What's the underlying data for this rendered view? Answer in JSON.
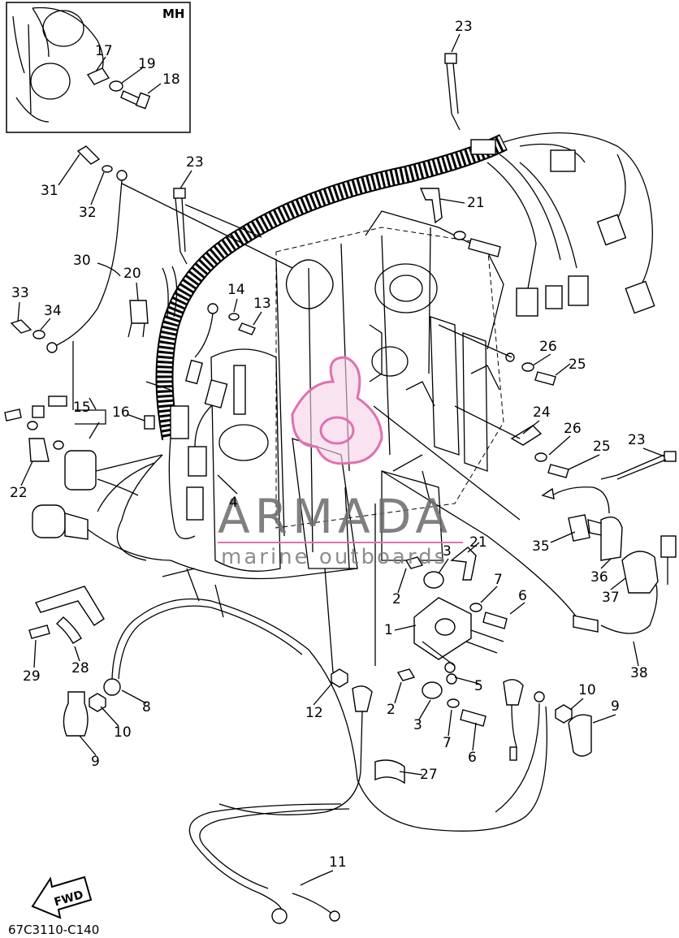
{
  "inset": {
    "label": "MH"
  },
  "callouts": [
    {
      "id": "c17",
      "text": "17"
    },
    {
      "id": "c19",
      "text": "19"
    },
    {
      "id": "c18",
      "text": "18"
    },
    {
      "id": "c23a",
      "text": "23"
    },
    {
      "id": "c23b",
      "text": "23"
    },
    {
      "id": "c23c",
      "text": "23"
    },
    {
      "id": "c31",
      "text": "31"
    },
    {
      "id": "c32",
      "text": "32"
    },
    {
      "id": "c21a",
      "text": "21"
    },
    {
      "id": "c30",
      "text": "30"
    },
    {
      "id": "c20",
      "text": "20"
    },
    {
      "id": "c14",
      "text": "14"
    },
    {
      "id": "c13",
      "text": "13"
    },
    {
      "id": "c33",
      "text": "33"
    },
    {
      "id": "c34",
      "text": "34"
    },
    {
      "id": "c26a",
      "text": "26"
    },
    {
      "id": "c25a",
      "text": "25"
    },
    {
      "id": "c15",
      "text": "15"
    },
    {
      "id": "c16",
      "text": "16"
    },
    {
      "id": "c24",
      "text": "24"
    },
    {
      "id": "c26b",
      "text": "26"
    },
    {
      "id": "c25b",
      "text": "25"
    },
    {
      "id": "c22",
      "text": "22"
    },
    {
      "id": "c4",
      "text": "4"
    },
    {
      "id": "c35",
      "text": "35"
    },
    {
      "id": "c36",
      "text": "36"
    },
    {
      "id": "c3a",
      "text": "3"
    },
    {
      "id": "c21b",
      "text": "21"
    },
    {
      "id": "c2a",
      "text": "2"
    },
    {
      "id": "c7a",
      "text": "7"
    },
    {
      "id": "c6a",
      "text": "6"
    },
    {
      "id": "c37",
      "text": "37"
    },
    {
      "id": "c1",
      "text": "1"
    },
    {
      "id": "c38",
      "text": "38"
    },
    {
      "id": "c29",
      "text": "29"
    },
    {
      "id": "c28",
      "text": "28"
    },
    {
      "id": "c5",
      "text": "5"
    },
    {
      "id": "c8",
      "text": "8"
    },
    {
      "id": "c12",
      "text": "12"
    },
    {
      "id": "c2b",
      "text": "2"
    },
    {
      "id": "c10a",
      "text": "10"
    },
    {
      "id": "c9a",
      "text": "9"
    },
    {
      "id": "c10b",
      "text": "10"
    },
    {
      "id": "c9b",
      "text": "9"
    },
    {
      "id": "c3b",
      "text": "3"
    },
    {
      "id": "c7b",
      "text": "7"
    },
    {
      "id": "c6b",
      "text": "6"
    },
    {
      "id": "c27",
      "text": "27"
    },
    {
      "id": "c11",
      "text": "11"
    }
  ],
  "watermark": {
    "title": "ARMADA",
    "subtitle": "marine outboards"
  },
  "fwd_label": "FWD",
  "diagram_code": "67C3110-C140",
  "colors": {
    "line": "#000000",
    "background": "#ffffff",
    "watermark_logo": "#e070b0",
    "watermark_text": "#6b6b6b"
  }
}
